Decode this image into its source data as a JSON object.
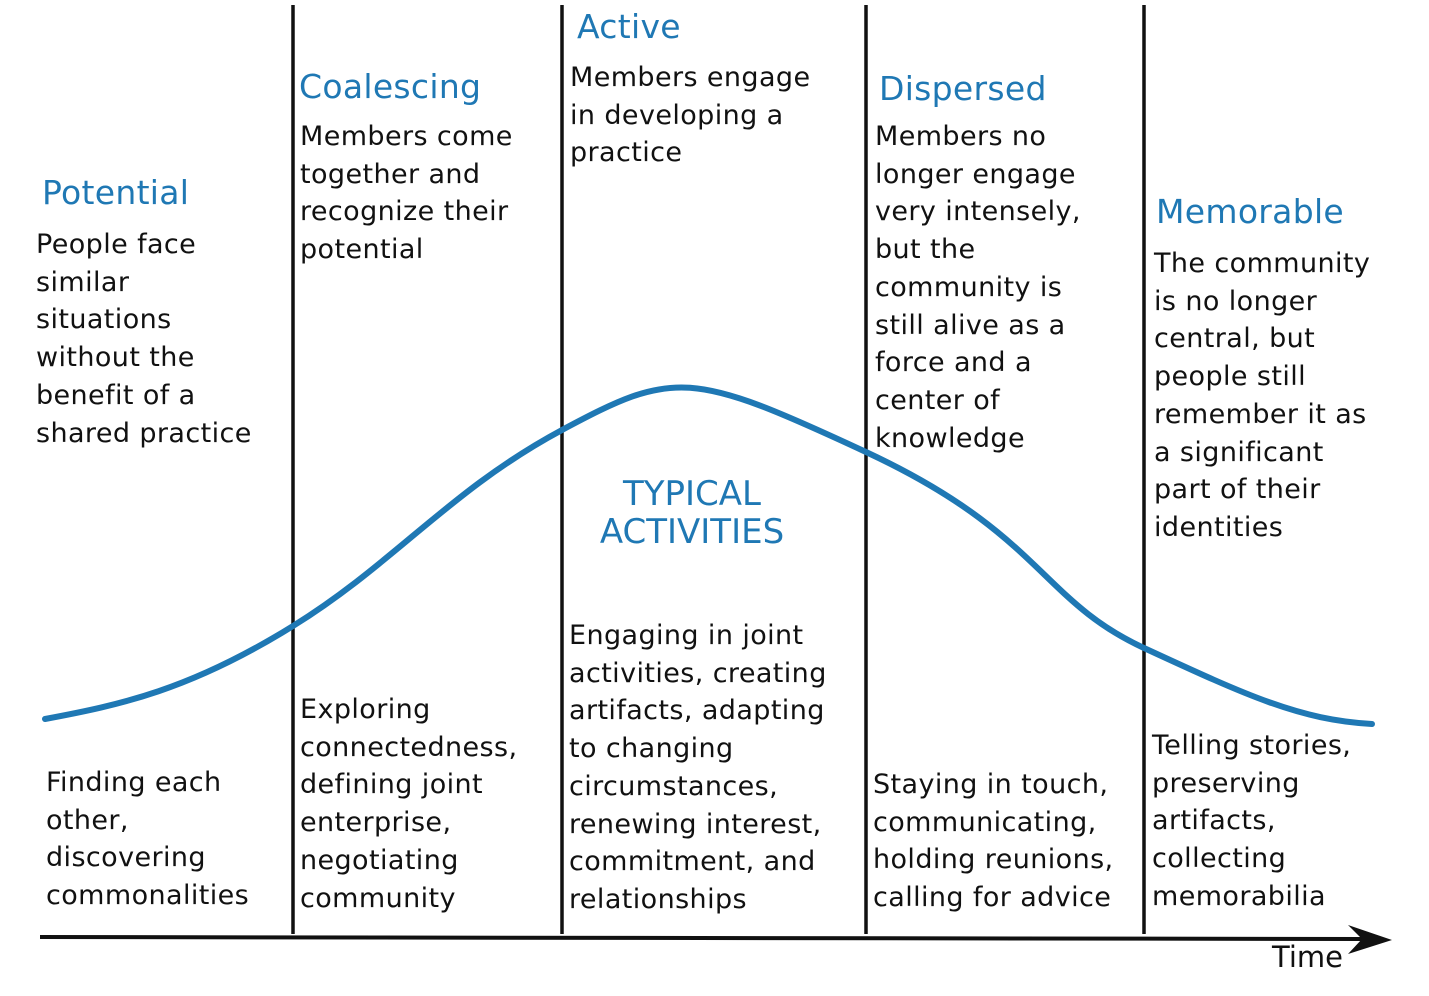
{
  "colors": {
    "accent": "#1f78b4",
    "text": "#111111",
    "line": "#111111"
  },
  "stages": [
    {
      "title": "Potential",
      "description": "People face\nsimilar\nsituations\nwithout the\nbenefit of a\nshared practice",
      "activities": "Finding each\nother,\ndiscovering\ncommonalities"
    },
    {
      "title": "Coalescing",
      "description": "Members come\ntogether and\nrecognize their\npotential",
      "activities": "Exploring\nconnectedness,\ndefining joint\nenterprise,\nnegotiating\ncommunity"
    },
    {
      "title": "Active",
      "description": "Members engage\nin developing a\npractice",
      "activities": "Engaging in joint\nactivities, creating\nartifacts, adapting\nto changing\ncircumstances,\nrenewing interest,\ncommitment, and\nrelationships"
    },
    {
      "title": "Dispersed",
      "description": "Members no\nlonger engage\nvery intensely,\nbut the\ncommunity is\nstill alive as a\nforce and a\ncenter of\nknowledge",
      "activities": "Staying in touch,\ncommunicating,\nholding reunions,\ncalling for advice"
    },
    {
      "title": "Memorable",
      "description": "The community\nis no longer\ncentral, but\npeople still\nremember it as\na significant\npart of their\nidentities",
      "activities": "Telling stories,\npreserving\nartifacts,\ncollecting\nmemorabilia"
    }
  ],
  "center_label": "TYPICAL\nACTIVITIES",
  "axis_label": "Time"
}
